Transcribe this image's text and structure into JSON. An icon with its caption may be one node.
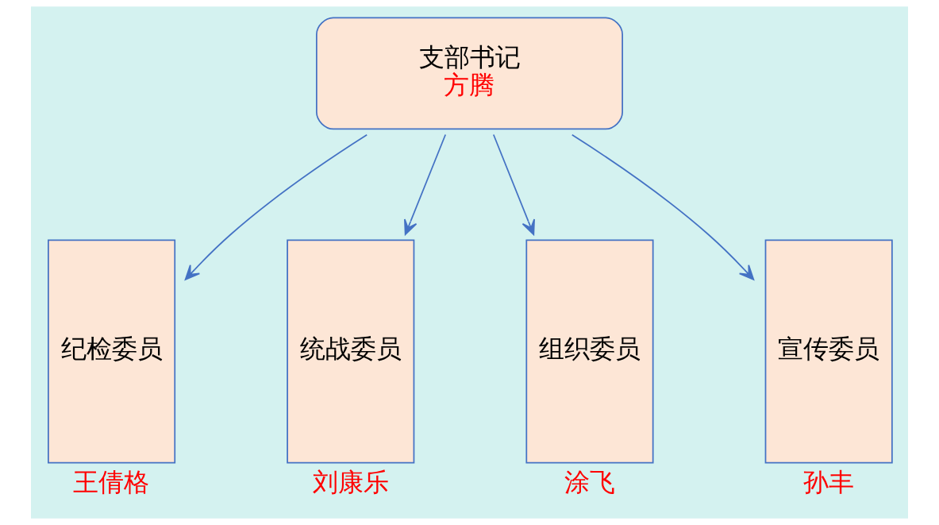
{
  "diagram": {
    "nodes": [
      {
        "text": [
          "支部书记",
          "方腾"
        ]
      },
      {
        "text": [
          "纪检委员"
        ],
        "beside": [
          "王倩格"
        ]
      },
      {
        "text": [
          "统战委员"
        ],
        "beside": [
          "刘康乐"
        ]
      },
      {
        "text": [
          "组织委员"
        ],
        "beside": [
          "涂飞"
        ]
      },
      {
        "text": [
          "宣传委员"
        ],
        "beside": [
          "孙丰"
        ]
      }
    ],
    "edges": [
      {
        "from": 0,
        "to": 1,
        "arrow": "to"
      },
      {
        "from": 0,
        "to": 2,
        "arrow": "to"
      },
      {
        "from": 0,
        "to": 3,
        "arrow": "to"
      },
      {
        "from": 0,
        "to": 4,
        "arrow": "to"
      }
    ]
  }
}
